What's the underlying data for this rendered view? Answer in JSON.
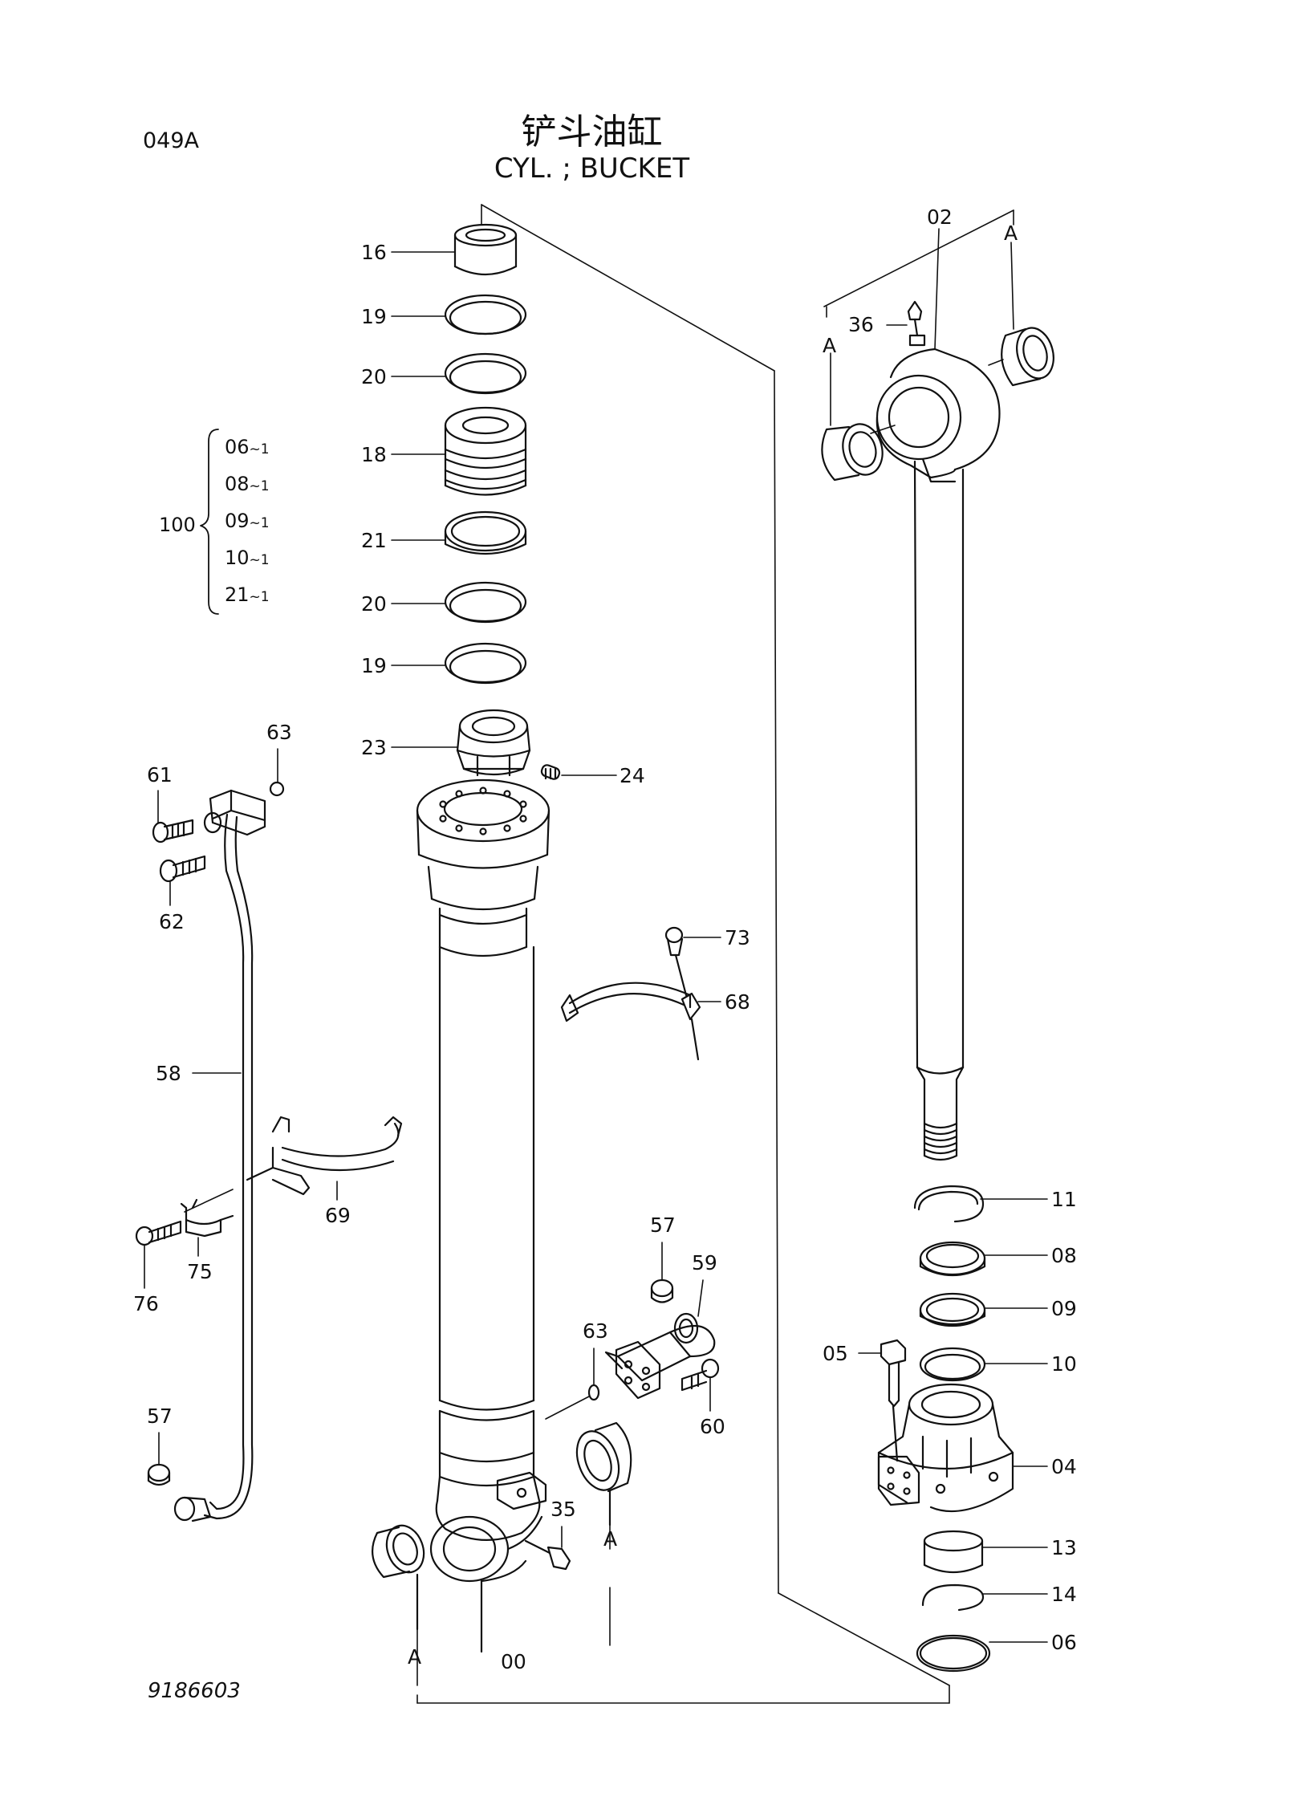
{
  "page_code": "049A",
  "title_cn": "铲斗油缸",
  "title_en": "CYL. ; BUCKET",
  "drawing_number": "9186603",
  "kit": {
    "number": "100",
    "items": [
      {
        "part": "06",
        "qty": "~1"
      },
      {
        "part": "08",
        "qty": "~1"
      },
      {
        "part": "09",
        "qty": "~1"
      },
      {
        "part": "10",
        "qty": "~1"
      },
      {
        "part": "21",
        "qty": "~1"
      }
    ]
  },
  "callouts": {
    "p16": "16",
    "p19a": "19",
    "p20a": "20",
    "p18": "18",
    "p21": "21",
    "p20b": "20",
    "p19b": "19",
    "p23": "23",
    "p24": "24",
    "p63a": "63",
    "p61": "61",
    "p62": "62",
    "p73": "73",
    "p68": "68",
    "p58": "58",
    "p69": "69",
    "p75": "75",
    "p76": "76",
    "p57a": "57",
    "p57b": "57",
    "p59": "59",
    "p63b": "63",
    "p60": "60",
    "p35": "35",
    "p00": "00",
    "p02": "02",
    "p36": "36",
    "p11": "11",
    "p08": "08",
    "p09": "09",
    "p05": "05",
    "p10": "10",
    "p04": "04",
    "p13": "13",
    "p14": "14",
    "p06": "06"
  },
  "refs": {
    "a1": "A",
    "a2": "A",
    "a3": "A",
    "a4": "A"
  }
}
